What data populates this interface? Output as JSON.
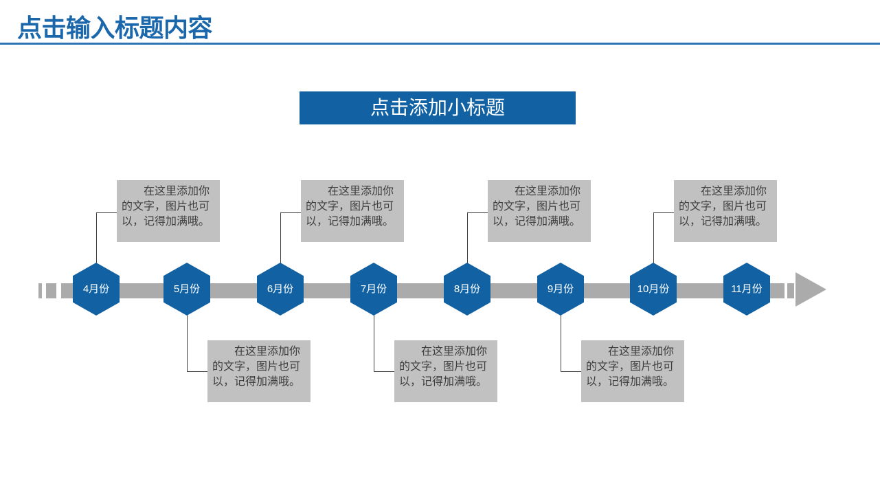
{
  "slide": {
    "title": "点击输入标题内容",
    "subtitle_banner": "点击添加小标题"
  },
  "colors": {
    "title_blue": "#1A67AC",
    "rule_blue": "#2E74B5",
    "accent_blue": "#1262A3",
    "bar_gray": "#ABABAB",
    "note_bg_gray": "#C1C1C1",
    "note_text_gray": "#3E3E3E",
    "connector_gray": "#3F3F3F"
  },
  "timeline": {
    "direction_icon": "arrow-right",
    "milestones": [
      {
        "label": "4月份",
        "note_side": "top",
        "note": "在这里添加你\n的文字，图片也可\n以，记得加满哦。"
      },
      {
        "label": "5月份",
        "note_side": "bottom",
        "note": "在这里添加你\n的文字，图片也可\n以，记得加满哦。"
      },
      {
        "label": "6月份",
        "note_side": "top",
        "note": "在这里添加你\n的文字，图片也可\n以，记得加满哦。"
      },
      {
        "label": "7月份",
        "note_side": "bottom",
        "note": "在这里添加你\n的文字，图片也可\n以，记得加满哦。"
      },
      {
        "label": "8月份",
        "note_side": "top",
        "note": "在这里添加你\n的文字，图片也可\n以，记得加满哦。"
      },
      {
        "label": "9月份",
        "note_side": "bottom",
        "note": "在这里添加你\n的文字，图片也可\n以，记得加满哦。"
      },
      {
        "label": "10月份",
        "note_side": "top",
        "note": "在这里添加你\n的文字，图片也可\n以，记得加满哦。"
      },
      {
        "label": "11月份",
        "note_side": "none",
        "note": null
      }
    ]
  }
}
